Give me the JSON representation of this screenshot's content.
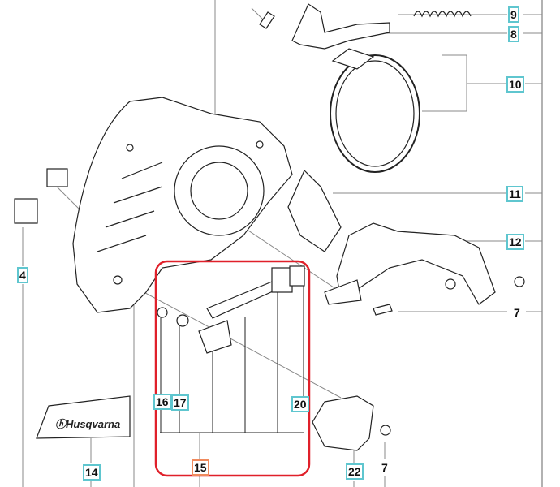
{
  "diagram": {
    "callouts": [
      {
        "id": "callout-9",
        "text": "9",
        "style": "boxed"
      },
      {
        "id": "callout-8",
        "text": "8",
        "style": "boxed"
      },
      {
        "id": "callout-10",
        "text": "10",
        "style": "boxed"
      },
      {
        "id": "callout-11",
        "text": "11",
        "style": "boxed"
      },
      {
        "id": "callout-12",
        "text": "12",
        "style": "boxed"
      },
      {
        "id": "callout-7a",
        "text": "7",
        "style": "plain"
      },
      {
        "id": "callout-4",
        "text": "4",
        "style": "boxed"
      },
      {
        "id": "callout-16",
        "text": "16",
        "style": "boxed"
      },
      {
        "id": "callout-17",
        "text": "17",
        "style": "boxed"
      },
      {
        "id": "callout-20",
        "text": "20",
        "style": "boxed"
      },
      {
        "id": "callout-15",
        "text": "15",
        "style": "highlighted"
      },
      {
        "id": "callout-14",
        "text": "14",
        "style": "boxed"
      },
      {
        "id": "callout-22",
        "text": "22",
        "style": "boxed"
      },
      {
        "id": "callout-7b",
        "text": "7",
        "style": "plain"
      }
    ],
    "decal_logo_text": "Husqvarna",
    "colors": {
      "callout_border": "#5fc6cf",
      "highlight_box": "#e0202a",
      "highlight_callout": "#f08a5d"
    }
  }
}
